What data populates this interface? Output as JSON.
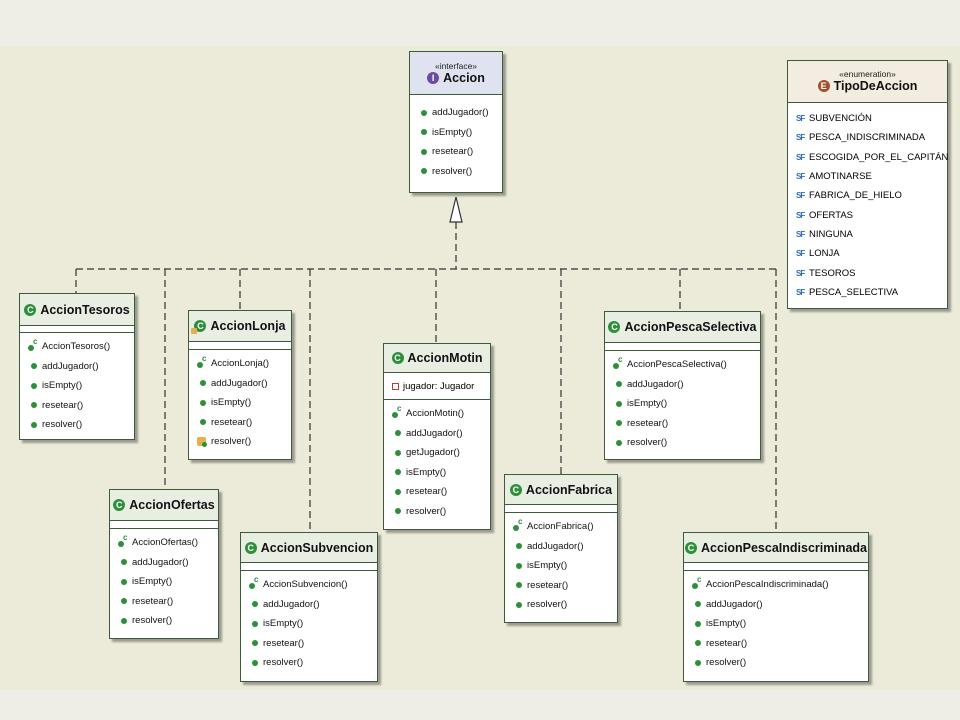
{
  "interface_accion": {
    "stereotype": "«interface»",
    "icon": "I",
    "name": "Accion",
    "methods": [
      "addJugador()",
      "isEmpty()",
      "resetear()",
      "resolver()"
    ]
  },
  "enum_tipo": {
    "stereotype": "«enumeration»",
    "icon": "E",
    "name": "TipoDeAccion",
    "values": [
      "SUBVENCIÓN",
      "PESCA_INDISCRIMINADA",
      "ESCOGIDA_POR_EL_CAPITÁN",
      "AMOTINARSE",
      "FABRICA_DE_HIELO",
      "OFERTAS",
      "NINGUNA",
      "LONJA",
      "TESOROS",
      "PESCA_SELECTIVA"
    ],
    "value_marker": "SF"
  },
  "classes": {
    "tesoros": {
      "icon": "C",
      "name": "AccionTesoros",
      "methods": [
        "AccionTesoros()",
        "addJugador()",
        "isEmpty()",
        "resetear()",
        "resolver()"
      ]
    },
    "lonja": {
      "icon": "C",
      "name": "AccionLonja",
      "methods": [
        "AccionLonja()",
        "addJugador()",
        "isEmpty()",
        "resetear()",
        "resolver()"
      ]
    },
    "motin": {
      "icon": "C",
      "name": "AccionMotin",
      "field": "jugador: Jugador",
      "methods": [
        "AccionMotin()",
        "addJugador()",
        "getJugador()",
        "isEmpty()",
        "resetear()",
        "resolver()"
      ]
    },
    "pescaselectiva": {
      "icon": "C",
      "name": "AccionPescaSelectiva",
      "methods": [
        "AccionPescaSelectiva()",
        "addJugador()",
        "isEmpty()",
        "resetear()",
        "resolver()"
      ]
    },
    "ofertas": {
      "icon": "C",
      "name": "AccionOfertas",
      "methods": [
        "AccionOfertas()",
        "addJugador()",
        "isEmpty()",
        "resetear()",
        "resolver()"
      ]
    },
    "subvencion": {
      "icon": "C",
      "name": "AccionSubvencion",
      "methods": [
        "AccionSubvencion()",
        "addJugador()",
        "isEmpty()",
        "resetear()",
        "resolver()"
      ]
    },
    "fabrica": {
      "icon": "C",
      "name": "AccionFabrica",
      "methods": [
        "AccionFabrica()",
        "addJugador()",
        "isEmpty()",
        "resetear()",
        "resolver()"
      ]
    },
    "pescaindiscriminada": {
      "icon": "C",
      "name": "AccionPescaIndiscriminada",
      "methods": [
        "AccionPescaIndiscriminada()",
        "addJugador()",
        "isEmpty()",
        "resetear()",
        "resolver()"
      ]
    }
  },
  "colors": {
    "background": "#ecead8",
    "border": "#3c5a3c",
    "method_dot": "#2d8f3a",
    "class_header": "#e9eee3",
    "interface_header": "#dfe3ef",
    "enum_header": "#f3ece0"
  }
}
